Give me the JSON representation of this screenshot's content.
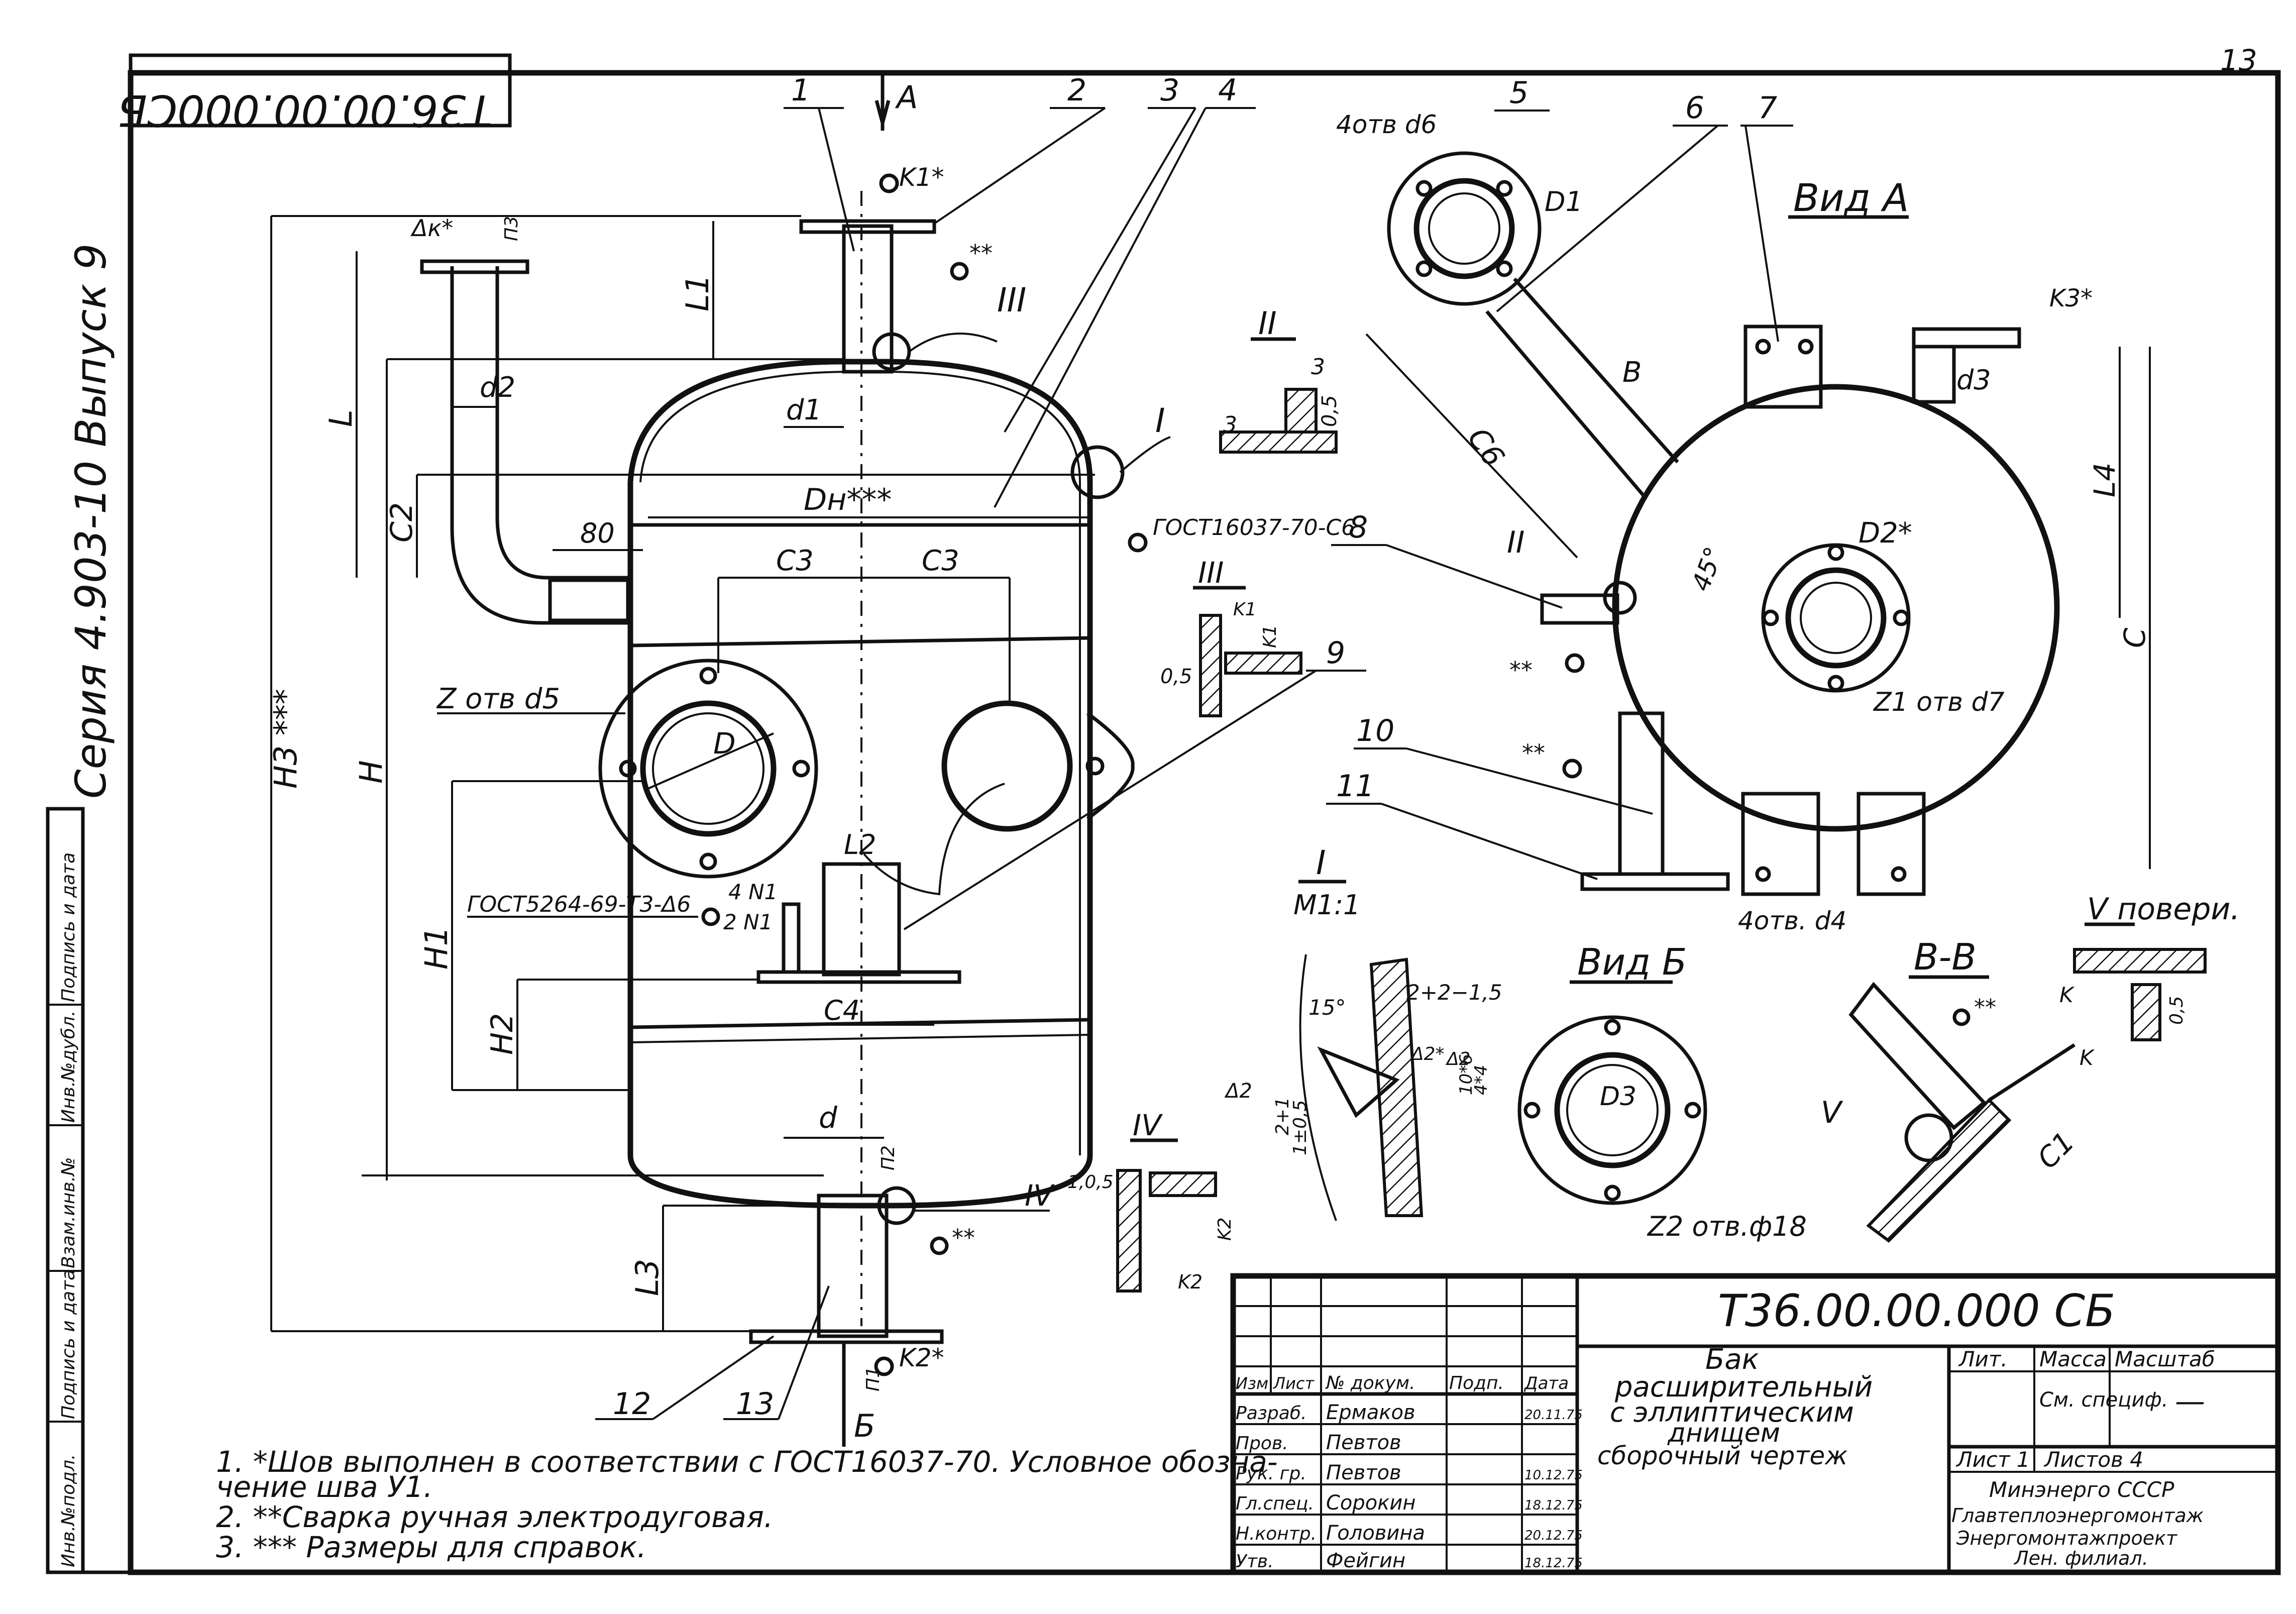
{
  "sheet_number": "13",
  "stamp_code": "Т36.00.00.000СБ",
  "series": "Серия 4.903-10 Выпуск 9",
  "side_stamp": [
    "Инв.№подл.",
    "Подпись и дата",
    "Взам.инв.№",
    "Инв.№дубл.",
    "Подпись и дата"
  ],
  "main_view": {
    "callouts": [
      "1",
      "2",
      "3",
      "4",
      "5",
      "6",
      "7",
      "8",
      "9",
      "10",
      "11",
      "12",
      "13"
    ],
    "section_marks": [
      "I",
      "II",
      "III",
      "IV",
      "V"
    ],
    "view_letters": [
      "А",
      "Б"
    ],
    "dims": {
      "L1": "L1",
      "L": "L",
      "L3": "L3",
      "C2": "C2",
      "H": "H",
      "H1": "H1",
      "H2": "H2",
      "H3": "H3 ***",
      "d1": "d1",
      "d2": "d2",
      "d": "d",
      "Dn": "Dн***",
      "D": "D",
      "L2": "L2",
      "C3a": "C3",
      "C3b": "C3",
      "C4": "C4",
      "eighty": "80"
    },
    "notes": {
      "z_holes": "Z отв d5",
      "gost_c6": "ГОСТ16037-70-С6",
      "gost_5264": "ГОСТ5264-69-Т3-Δ6",
      "n4": "4 N1",
      "n2": "2 N1",
      "k_weld": "Δк*",
      "k1_weld": "K1*",
      "k2_weld": "K2*",
      "stars": "**",
      "n3": "П3",
      "n1": "П1",
      "n2_label": "П2"
    }
  },
  "view_a": {
    "title": "Вид А",
    "holes": "4отв d6",
    "D1": "D1",
    "C6": "C6",
    "B": "В",
    "D2": "D2*",
    "z1": "Z1 отв d7",
    "C": "C",
    "d3": "d3",
    "L4": "L4",
    "k3": "K3*",
    "angle": "45°",
    "holes_d4": "4отв. d4"
  },
  "detail_II": {
    "title": "II",
    "dims": [
      "3",
      "3",
      "0,5"
    ]
  },
  "detail_III": {
    "title": "III",
    "dims": [
      "K1",
      "K1",
      "0,5"
    ]
  },
  "detail_I": {
    "title": "I",
    "scale": "М1:1",
    "dims": [
      "15°",
      "2+2−1,5",
      "2+1",
      "1±0,5",
      "Δ2",
      "Δ2",
      "Δ2*",
      "10*6",
      "4*4"
    ]
  },
  "detail_IV": {
    "title": "IV",
    "dims": [
      "1,0,5",
      "K2",
      "K2"
    ]
  },
  "view_b": {
    "title": "Вид Б",
    "D3": "D3",
    "holes": "Z2 отв.ф18"
  },
  "section_bb": {
    "title": "В-В",
    "C1": "C1",
    "V": "V",
    "stars": "**"
  },
  "detail_V": {
    "title": "V повери.",
    "dims": [
      "K",
      "K",
      "0,5"
    ]
  },
  "notes": [
    "1.  *Шов выполнен в соответствии с ГОСТ16037-70. Условное обозна-",
    "     чение  шва У1.",
    "2.  **Сварка  ручная  электродуговая.",
    "3.  *** Размеры для  справок."
  ],
  "title_block": {
    "code": "Т36.00.00.000 СБ",
    "name_lines": [
      "Бак",
      "расширительный",
      "с эллиптическим",
      "днищем",
      "сборочный  чертеж"
    ],
    "headers": [
      "Изм",
      "Лист",
      "№ докум.",
      "Подп.",
      "Дата"
    ],
    "roles": [
      "Разраб.",
      "Пров.",
      "Рук. гр.",
      "Гл.спец.",
      "Н.контр.",
      "Утв."
    ],
    "names": [
      "Ермаков",
      "Певтов",
      "Певтов",
      "Сорокин",
      "Головина",
      "Фейгин"
    ],
    "dates": [
      "20.11.75",
      "",
      "10.12.75",
      "18.12.75",
      "20.12.75",
      "18.12.75"
    ],
    "lit_label": "Лит.",
    "mass_label": "Масса",
    "scale_label": "Масштаб",
    "mass_value": "См. специф.",
    "scale_value": "—",
    "sheet": "Лист 1",
    "sheets": "Листов 4",
    "org": [
      "Минэнерго СССР",
      "Главтеплоэнергомонтаж",
      "Энергомонтажпроект",
      "Лен. филиал."
    ]
  }
}
